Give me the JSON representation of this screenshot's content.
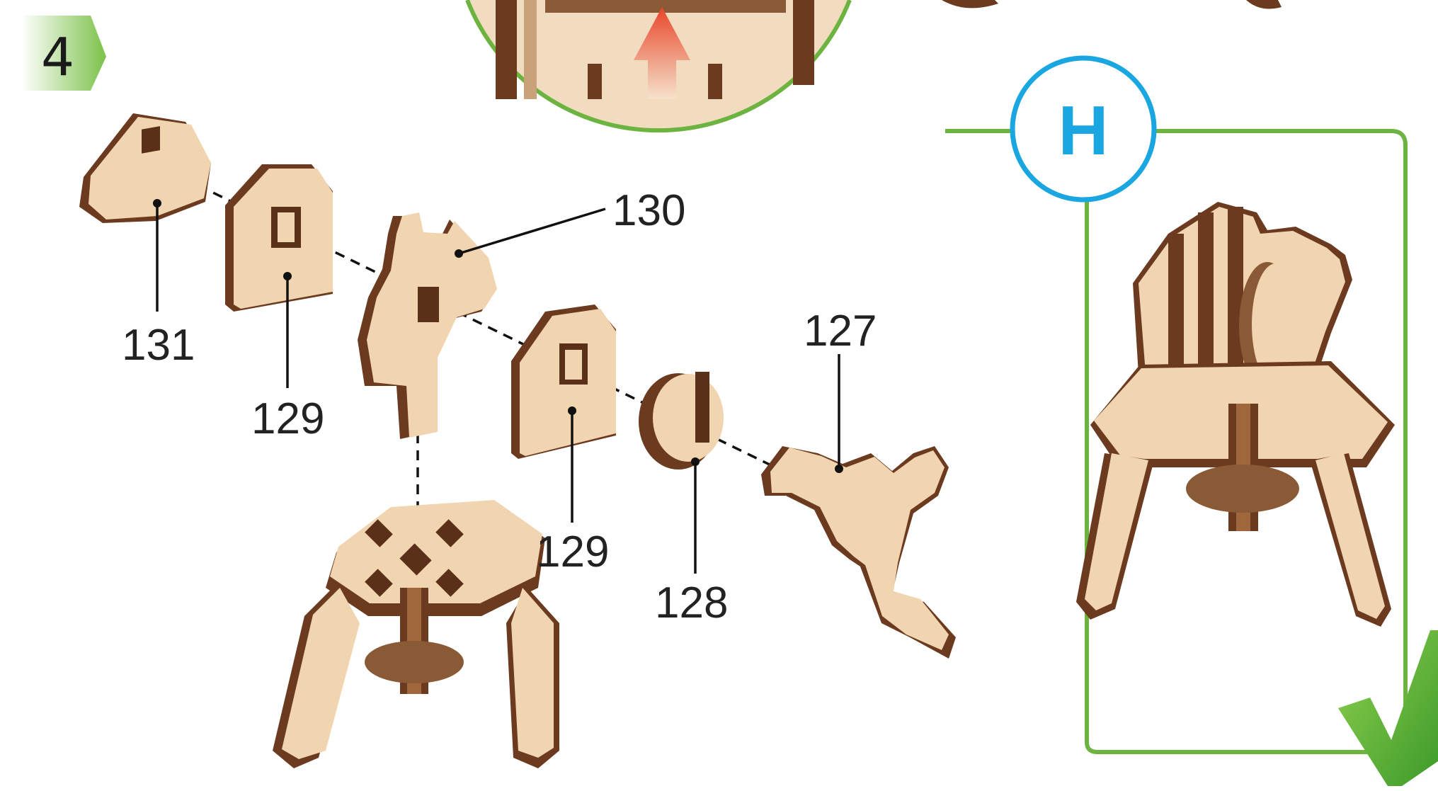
{
  "step": {
    "number": "4",
    "badge_color": "#7cc24a"
  },
  "check_label": "H",
  "colors": {
    "wood_light": "#f0d5b0",
    "wood_dark": "#6b3a1f",
    "accent_green": "#6db33f",
    "accent_blue": "#1aa6e0",
    "arrow_red": "#e8462a"
  },
  "parts": [
    {
      "id": "part-131",
      "label": "131"
    },
    {
      "id": "part-129-left",
      "label": "129"
    },
    {
      "id": "part-130",
      "label": "130"
    },
    {
      "id": "part-129-right",
      "label": "129"
    },
    {
      "id": "part-128",
      "label": "128"
    },
    {
      "id": "part-127",
      "label": "127"
    }
  ]
}
